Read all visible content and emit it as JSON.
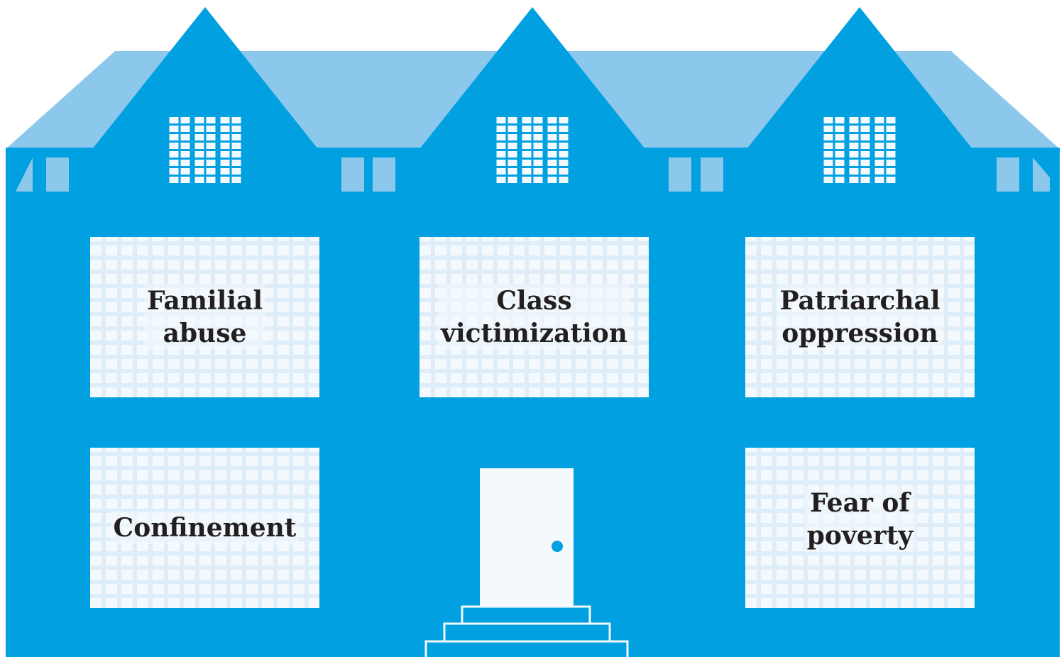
{
  "colors": {
    "facade": "#00a0e1",
    "roof": "#8cc8ec",
    "gable": "#00a0e1",
    "window": "#f4f9fd",
    "text": "#231f20",
    "door_knob": "#00a0e1"
  },
  "windows": [
    {
      "label": "Familial\nabuse"
    },
    {
      "label": "Class\nvictimization"
    },
    {
      "label": "Patriarchal\noppression"
    },
    {
      "label": "Confinement"
    },
    {
      "label": "Fear of\npoverty"
    }
  ]
}
